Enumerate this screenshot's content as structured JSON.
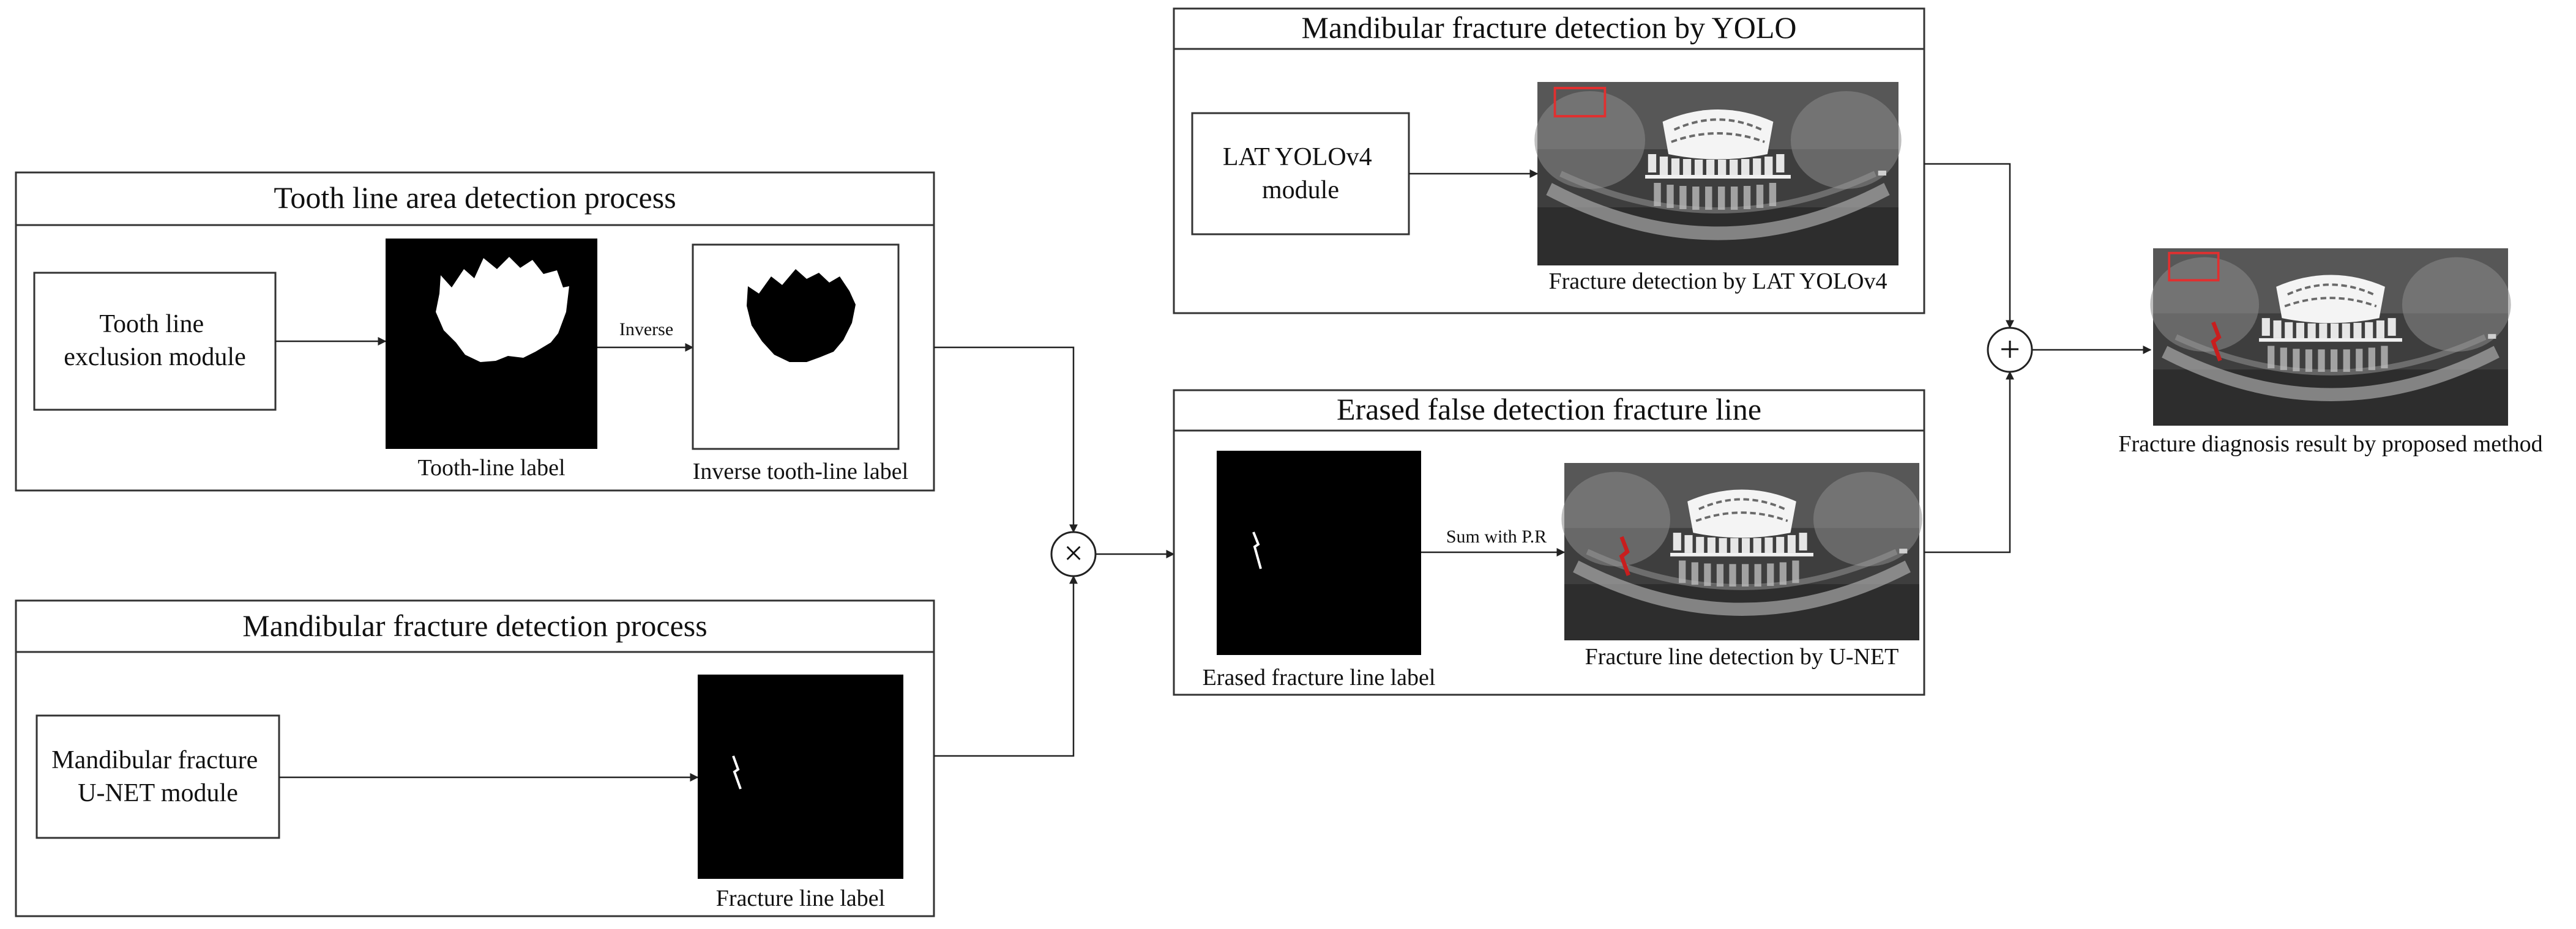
{
  "panels": {
    "tooth": {
      "title": "Tooth line area detection process",
      "module": [
        "Tooth line",
        "exclusion module"
      ],
      "label_a": "Tooth-line label",
      "label_b": "Inverse tooth-line label",
      "arrow_text": "Inverse"
    },
    "mandibular": {
      "title": "Mandibular fracture detection process",
      "module": [
        "Mandibular fracture",
        "U-NET module"
      ],
      "label": "Fracture line label"
    },
    "yolo": {
      "title": "Mandibular fracture detection by YOLO",
      "module": [
        "LAT YOLOv4",
        "module"
      ],
      "label": "Fracture detection by LAT YOLOv4"
    },
    "erased": {
      "title": "Erased false detection fracture line",
      "label_a": "Erased fracture line label",
      "label_b": "Fracture line detection by U-NET",
      "arrow_text": "Sum with P.R"
    }
  },
  "result": {
    "label": "Fracture diagnosis result by proposed method"
  },
  "operators": {
    "multiply": "×",
    "add": "+"
  },
  "colors": {
    "line": "#222222",
    "xray_bg": "#3a3a3a",
    "detection_box": "#e03030",
    "fracture_line": "#c81e1e"
  }
}
